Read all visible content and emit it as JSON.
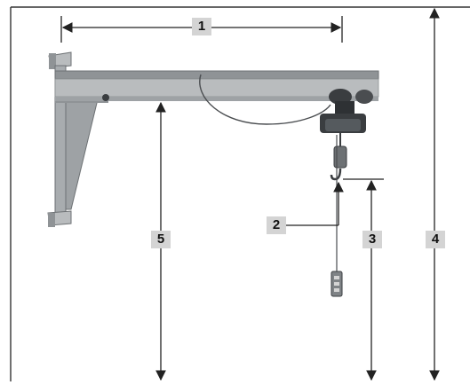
{
  "labels": {
    "dim1": "1",
    "dim2": "2",
    "dim3": "3",
    "dim4": "4",
    "dim5": "5"
  },
  "colors": {
    "line": "#222222",
    "label_bg": "#d4d4d4",
    "crane_light": "#b9bcbe",
    "crane_mid": "#9ea2a5",
    "crane_dark": "#6d7174",
    "hoist_dark": "#3a3d40"
  }
}
